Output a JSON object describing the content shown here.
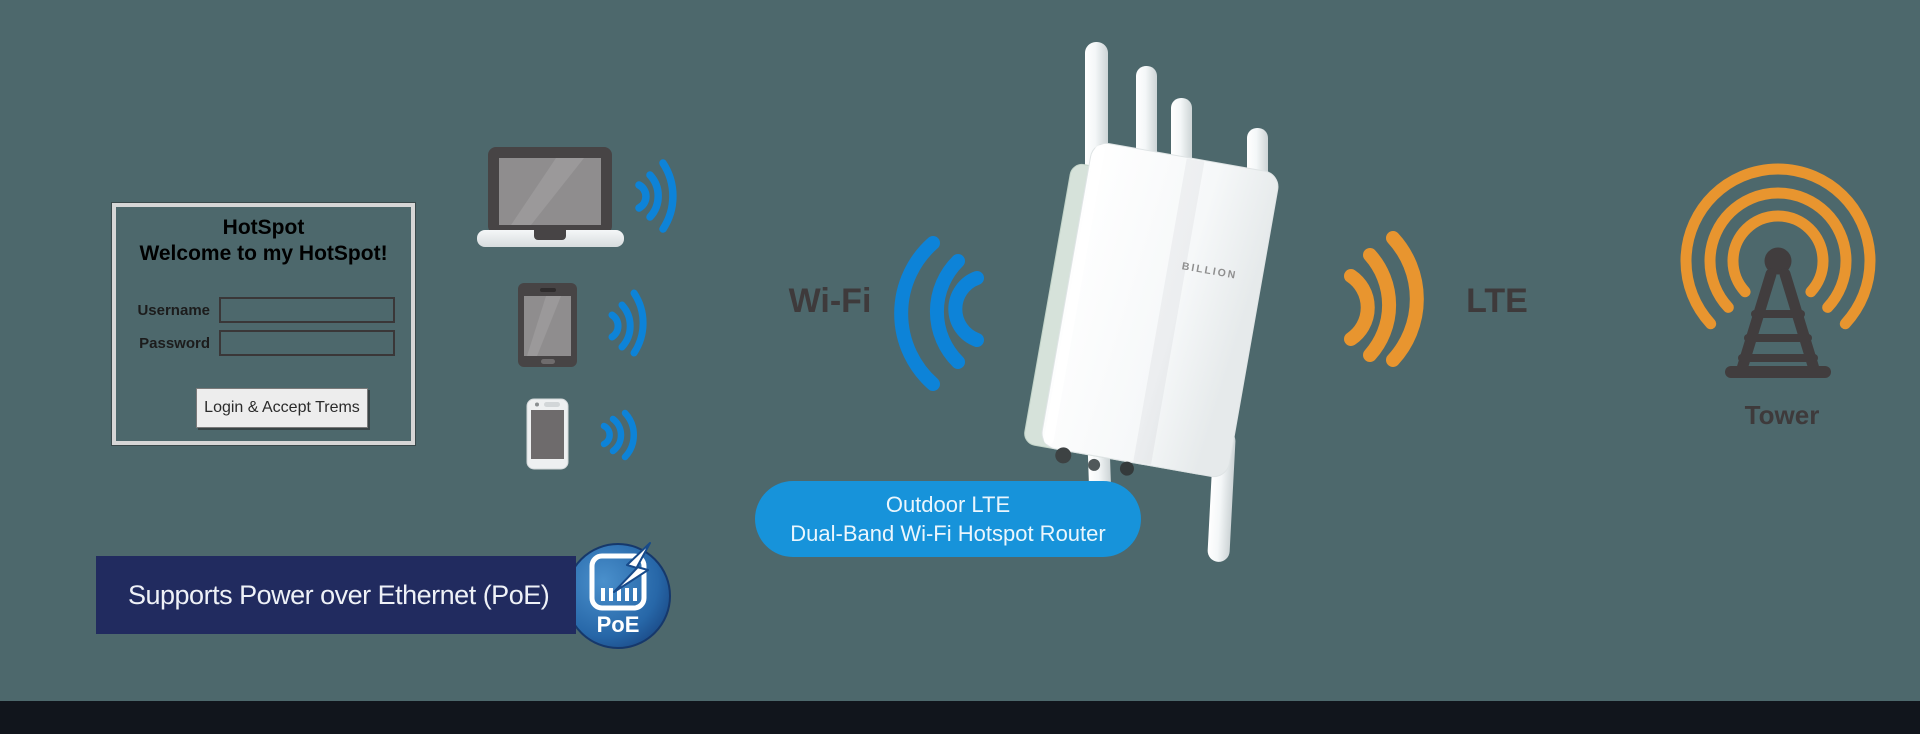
{
  "background": {
    "color": "#4d686c",
    "bottom_bar_color": "#11151c"
  },
  "login_panel": {
    "title": "HotSpot",
    "subtitle": "Welcome to my HotSpot!",
    "username_label": "Username",
    "username_value": "",
    "password_label": "Password",
    "password_value": "",
    "login_button_label": "Login & Accept Trems"
  },
  "labels": {
    "wifi": "Wi-Fi",
    "lte": "LTE",
    "tower": "Tower"
  },
  "router": {
    "brand": "BILLION"
  },
  "poe_banner": {
    "text": "Supports Power over Ethernet (PoE)",
    "badge_label": "PoE",
    "banner_color": "#212b5f"
  },
  "product_pill": {
    "line1": "Outdoor LTE",
    "line2": "Dual-Band Wi-Fi Hotspot Router",
    "color": "#1793da"
  },
  "icons": [
    "laptop-icon",
    "tablet-icon",
    "smartphone-icon",
    "wifi-signal-small-icon",
    "wifi-waves-icon",
    "lte-waves-icon",
    "router-device",
    "cell-tower-icon",
    "poe-badge-icon",
    "ethernet-connector-icon",
    "lightning-bolt-icon"
  ],
  "colors": {
    "accent_blue": "#0d83d8",
    "accent_orange": "#e8952f",
    "dark_text": "#3e3a3b",
    "navy": "#212b5f",
    "pill_blue": "#1793da"
  }
}
